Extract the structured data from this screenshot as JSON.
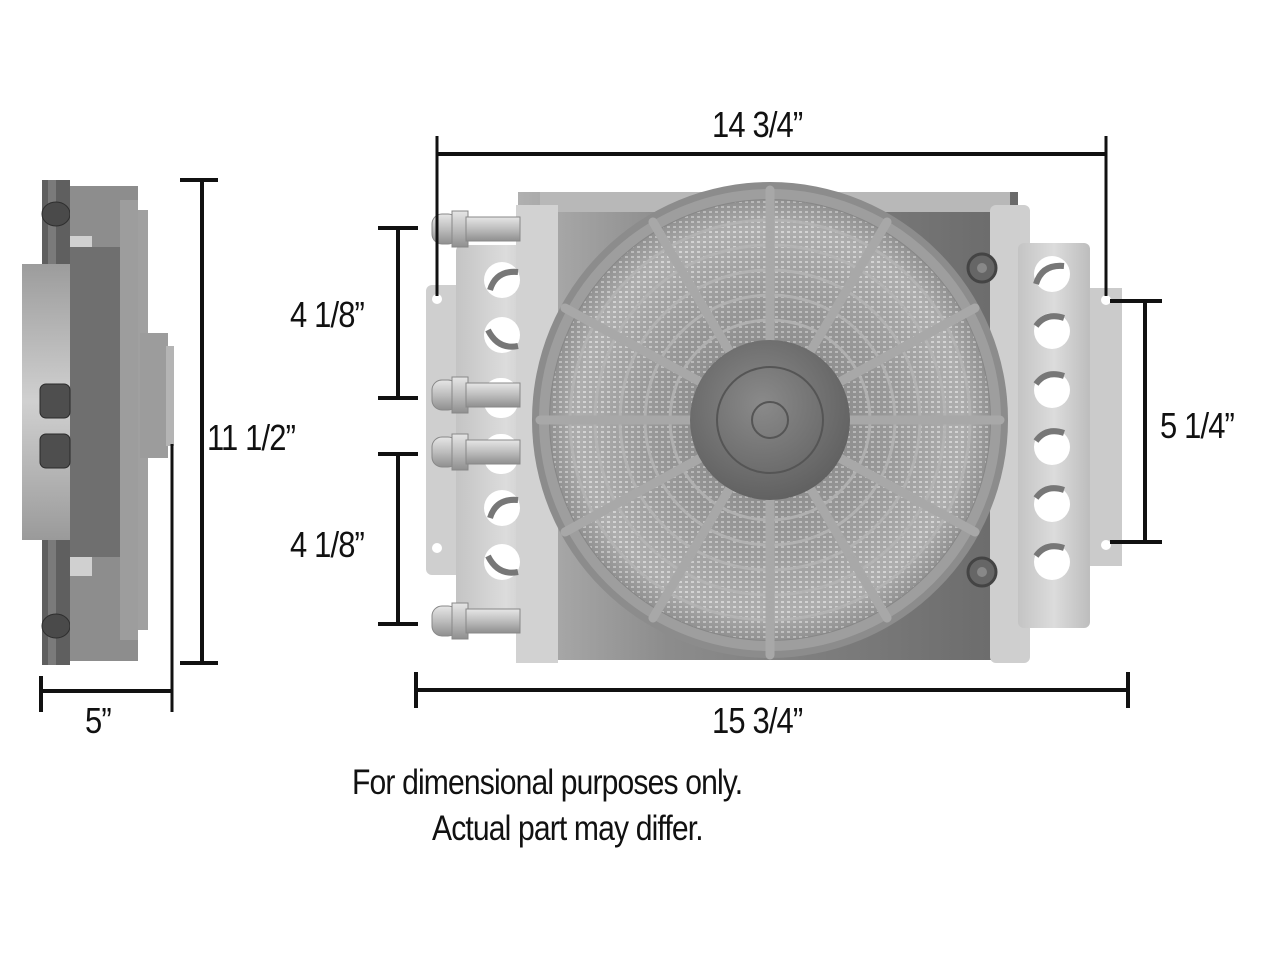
{
  "diagram": {
    "subject": "Oil cooler with electric fan - dimensional drawing",
    "views": [
      "side-view",
      "front-view"
    ],
    "dimensions": {
      "overall_height": "11 1/2”",
      "depth": "5”",
      "mount_hole_span_top": "14 3/4”",
      "overall_width": "15 3/4”",
      "fitting_spacing_upper": "4 1/8”",
      "fitting_spacing_lower": "4 1/8”",
      "mount_hole_span_vertical": "5 1/4”"
    },
    "notes": {
      "line1": "For dimensional purposes only.",
      "line2": "Actual part may differ."
    },
    "colors": {
      "background": "#ffffff",
      "dimension_line": "#111111",
      "body_gray": "#8a8a8a",
      "bracket_light": "#cfcfcf",
      "hub_gray": "#6e6e6e"
    }
  }
}
